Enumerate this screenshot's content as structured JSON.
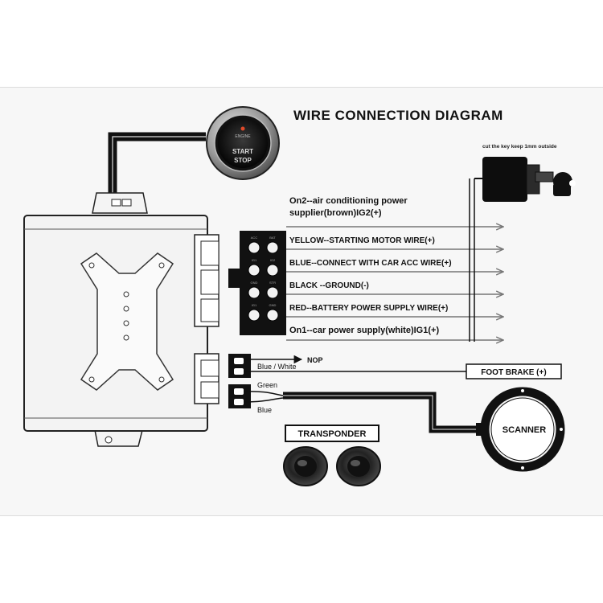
{
  "title": "WIRE CONNECTION DIAGRAM",
  "start_button": {
    "top_text": "ENGINE",
    "line1": "START",
    "line2": "STOP"
  },
  "key_note": "cut the key keep 1mm outside",
  "wires": [
    {
      "label": "On2--air conditioning power",
      "label2": "supplier(brown)IG2(+)"
    },
    {
      "label": "YELLOW--STARTING MOTOR WIRE(+)"
    },
    {
      "label": "BLUE--CONNECT WITH CAR ACC WIRE(+)"
    },
    {
      "label": "BLACK --GROUND(-)"
    },
    {
      "label": "RED--BATTERY POWER SUPPLY WIRE(+)"
    },
    {
      "label": "On1--car power supply(white)IG1(+)"
    }
  ],
  "pin_labels": [
    "ACC",
    "BAT",
    "IG1",
    "IG2",
    "GND",
    "STR",
    "IG1",
    "GND"
  ],
  "lower": {
    "blue_white": "Blue / White",
    "nop": "NOP",
    "foot_brake": "FOOT BRAKE (+)",
    "green": "Green",
    "blue": "Blue"
  },
  "transponder": "TRANSPONDER",
  "scanner": "SCANNER",
  "colors": {
    "line": "#1a1a1a",
    "arrow": "#777777",
    "module": "#f2f2f2"
  }
}
